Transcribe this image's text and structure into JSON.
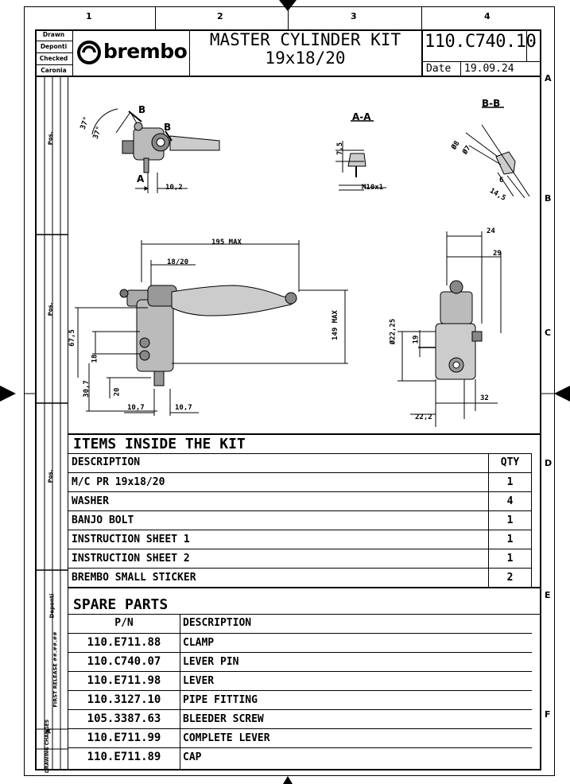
{
  "sheet": {
    "columns": [
      "1",
      "2",
      "3",
      "4"
    ],
    "rows": [
      "A",
      "B",
      "C",
      "D",
      "E",
      "F"
    ]
  },
  "title_block": {
    "roles": [
      "Drawn",
      "Deponti",
      "Checked",
      "Caronia"
    ],
    "logo_text": "brembo",
    "title_line1": "MASTER CYLINDER KIT",
    "title_line2": "19x18/20",
    "part_number": "110.C740.10",
    "revision": "-",
    "date_label": "Date",
    "date_value": "19.09.24"
  },
  "side_strip": {
    "pos_label": "Pos.",
    "drawn_label": "Deponti",
    "release_label": "FIRST RELEASE ##.##.##",
    "changes_label": "DRAWING CHANGES",
    "a_label": "A"
  },
  "views": {
    "section_aa": "A-A",
    "section_bb": "B-B",
    "thread": "M10x1",
    "dims_top": {
      "angle1": "37°",
      "angle2": "37°",
      "b1": "B",
      "b2": "B",
      "a": "A",
      "d10_2": "10,2",
      "d7_5": "7,5",
      "d8": "Ø8",
      "d7": "Ø7",
      "d6": "6",
      "d14_5": "14,5"
    },
    "dims_main": {
      "d195": "195 MAX",
      "d18_20": "18/20",
      "d149": "149 MAX",
      "d67_5": "67,5",
      "d18": "18",
      "d30_7": "30,7",
      "d20": "20",
      "d10_7a": "10,7",
      "d10_7b": "10,7"
    },
    "dims_side": {
      "d24": "24",
      "d29": "29",
      "d22_25": "Ø22,25",
      "d19": "19",
      "d32": "32",
      "d22_2": "22,2"
    }
  },
  "kit": {
    "heading": "ITEMS INSIDE THE KIT",
    "col_description": "DESCRIPTION",
    "col_qty": "QTY",
    "items": [
      {
        "description": "M/C PR 19x18/20",
        "qty": "1"
      },
      {
        "description": "WASHER",
        "qty": "4"
      },
      {
        "description": "BANJO BOLT",
        "qty": "1"
      },
      {
        "description": "INSTRUCTION SHEET 1",
        "qty": "1"
      },
      {
        "description": "INSTRUCTION SHEET 2",
        "qty": "1"
      },
      {
        "description": "BREMBO SMALL STICKER",
        "qty": "2"
      }
    ]
  },
  "spares": {
    "heading": "SPARE PARTS",
    "col_pn": "P/N",
    "col_description": "DESCRIPTION",
    "items": [
      {
        "pn": "110.E711.88",
        "description": "CLAMP"
      },
      {
        "pn": "110.C740.07",
        "description": "LEVER PIN"
      },
      {
        "pn": "110.E711.98",
        "description": "LEVER"
      },
      {
        "pn": "110.3127.10",
        "description": "PIPE FITTING"
      },
      {
        "pn": "105.3387.63",
        "description": "BLEEDER SCREW"
      },
      {
        "pn": "110.E711.99",
        "description": "COMPLETE LEVER"
      },
      {
        "pn": "110.E711.89",
        "description": "CAP"
      }
    ]
  }
}
